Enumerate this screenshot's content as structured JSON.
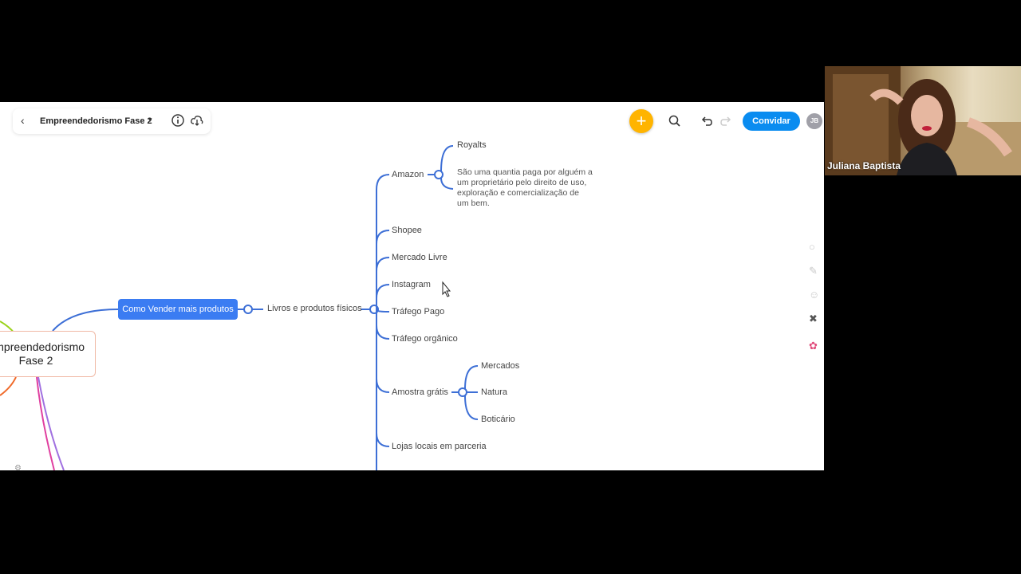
{
  "header": {
    "back_icon": "chevron-left-icon",
    "doc_title": "Empreendedorismo Fase 2",
    "info_icon": "info-icon",
    "download_icon": "cloud-download-icon",
    "add_label": "+",
    "invite_label": "Convidar",
    "avatar_initials": "JB"
  },
  "mindmap": {
    "root_line1": "Empreendedorismo",
    "root_line2": "Fase 2",
    "main_topic": "Como Vender mais produtos",
    "subtopic": "Livros e produtos físicos",
    "branches": {
      "amazon": "Amazon",
      "royalts": "Royalts",
      "royalts_note": "São uma quantia paga por alguém a um proprietário pelo direito de uso, exploração e comercialização de um bem.",
      "shopee": "Shopee",
      "mercado_livre": "Mercado Livre",
      "instagram": "Instagram",
      "trafego_pago": "Tráfego Pago",
      "trafego_organico": "Tráfego orgânico",
      "amostra": "Amostra grátis",
      "mercados": "Mercados",
      "natura": "Natura",
      "boticario": "Boticário",
      "lojas": "Lojas locais em parceria"
    }
  },
  "camera": {
    "participant_name": "Juliana Baptista"
  },
  "colors": {
    "accent": "#3b7cf2",
    "branch_line": "#3d6fd6",
    "add_button": "#ffb400",
    "invite_button": "#0a8cf0"
  }
}
